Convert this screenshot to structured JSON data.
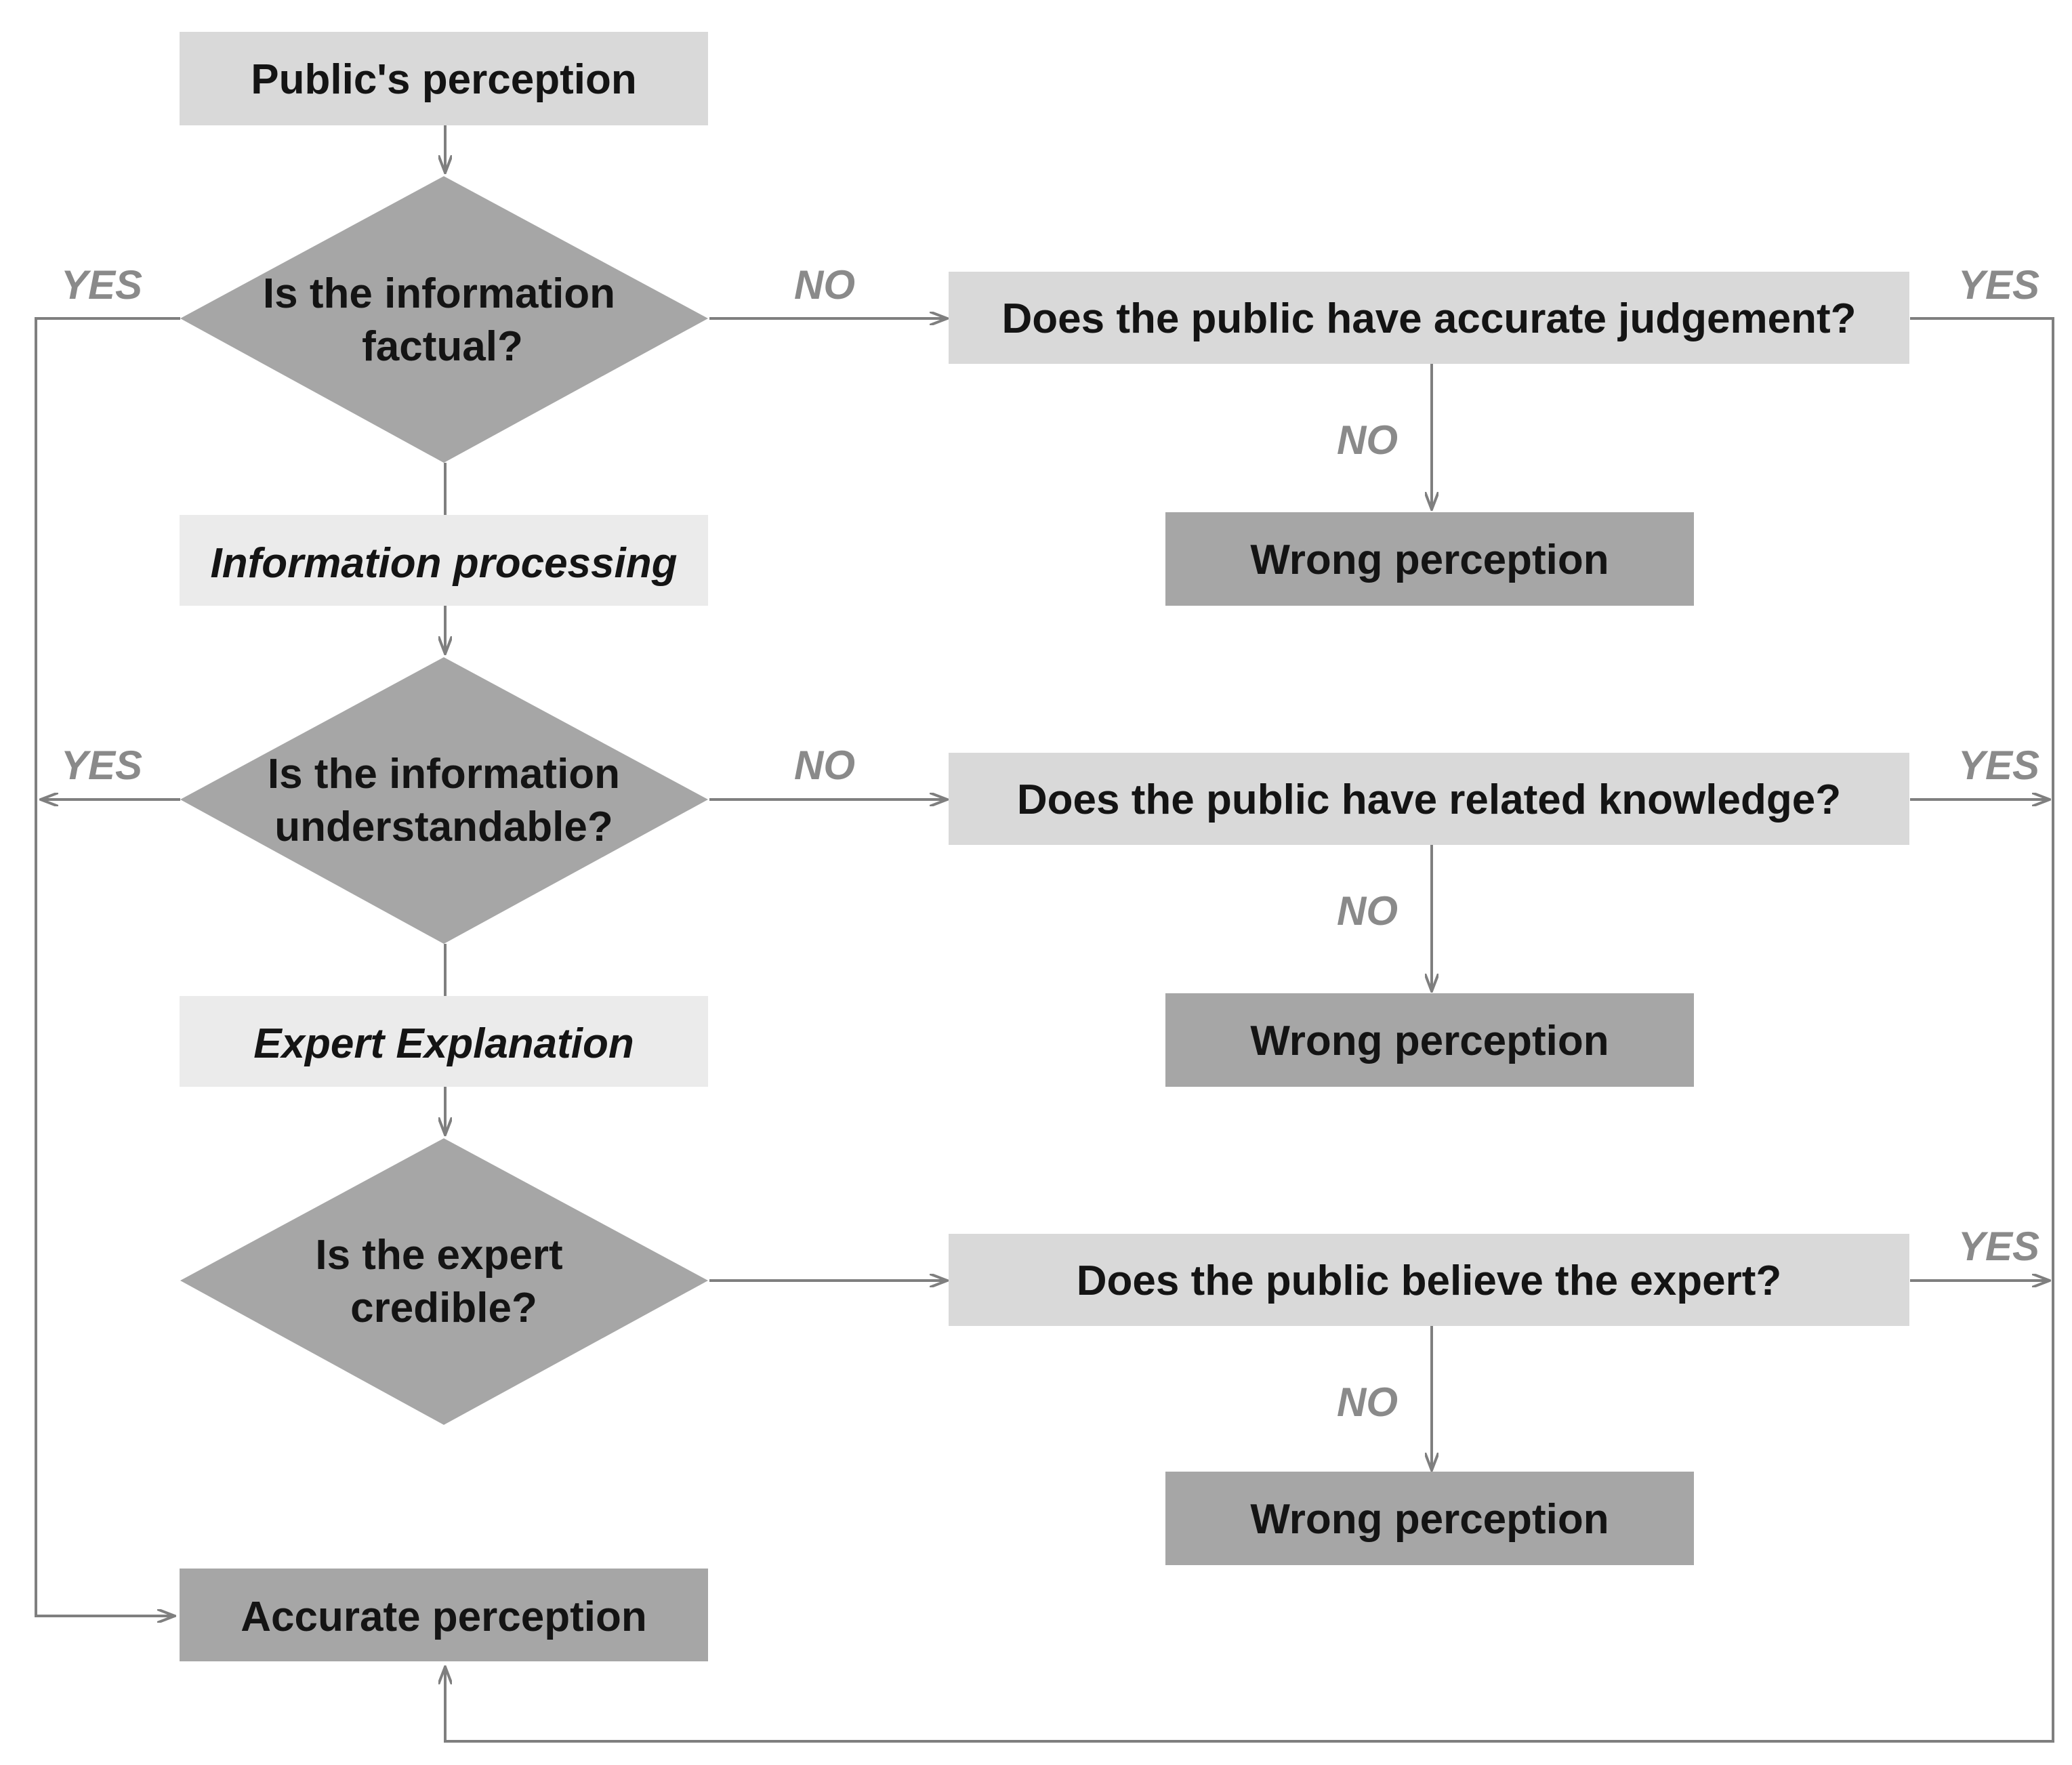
{
  "colors": {
    "box_light": "#d9d9d9",
    "box_lighter": "#ebebeb",
    "box_dark": "#a6a6a6",
    "diamond": "#a6a6a6",
    "connector": "#7f7f7f",
    "label": "#8a8a8a",
    "text": "#141414"
  },
  "nodes": {
    "start": "Public's perception",
    "decision_factual": [
      "Is the information",
      "factual?"
    ],
    "info_processing": "Information processing",
    "decision_understandable": [
      "Is the information",
      "understandable?"
    ],
    "expert_explanation": "Expert Explanation",
    "decision_credible": [
      "Is the expert",
      "credible?"
    ],
    "accurate": "Accurate perception",
    "q_judgement": "Does the public have accurate judgement?",
    "q_knowledge": "Does the public have related knowledge?",
    "q_believe": "Does the public believe the expert?",
    "wrong_1": "Wrong perception",
    "wrong_2": "Wrong perception",
    "wrong_3": "Wrong perception"
  },
  "edge_labels": {
    "yes_factual": "YES",
    "no_factual": "NO",
    "yes_judgement": "YES",
    "no_judgement": "NO",
    "yes_understandable": "YES",
    "no_understandable": "NO",
    "yes_knowledge": "YES",
    "no_knowledge": "NO",
    "yes_believe": "YES",
    "no_believe": "NO"
  }
}
